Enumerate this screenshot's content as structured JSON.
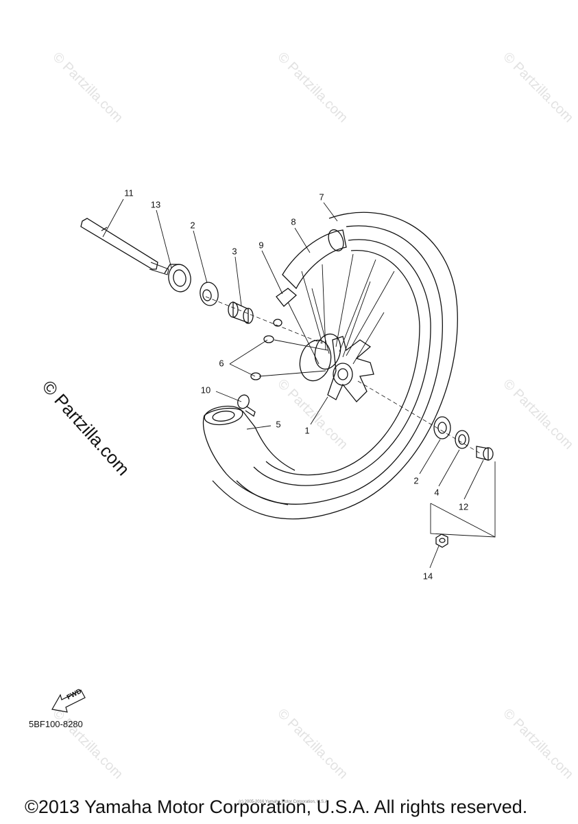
{
  "watermarks": {
    "text": "© Partzilla.com",
    "large_text": "© Partzilla.com"
  },
  "callouts": {
    "n1": "1",
    "n2a": "2",
    "n2b": "2",
    "n3": "3",
    "n4": "4",
    "n5": "5",
    "n6": "6",
    "n7": "7",
    "n8": "8",
    "n9": "9",
    "n10": "10",
    "n11": "11",
    "n12": "12",
    "n13": "13",
    "n14": "14"
  },
  "fwd_label": "FWD",
  "diagram_code": "5BF100-8280",
  "small_copyright": "(c) 2005-2016 Yamaha Motor Corporation, U.S.A.",
  "copyright": "©2013 Yamaha Motor Corporation, U.S.A. All rights reserved."
}
